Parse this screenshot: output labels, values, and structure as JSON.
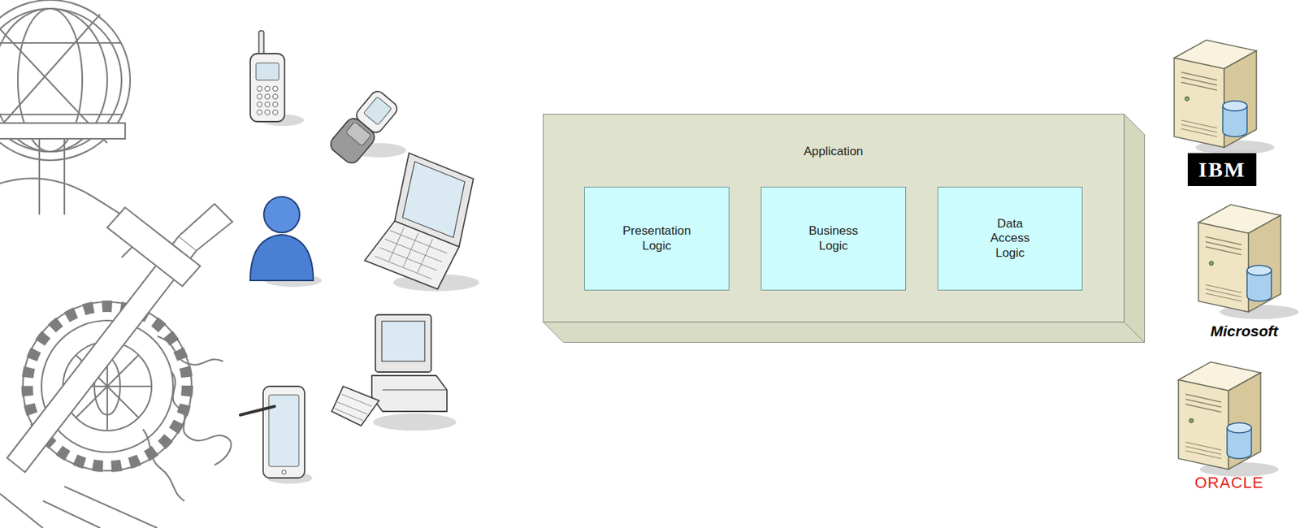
{
  "diagram": {
    "nodes": [
      {
        "text": [
          "Application"
        ]
      },
      {
        "text": [
          "Presentation Logic"
        ],
        "in": 0
      },
      {
        "text": [
          "Business Logic"
        ],
        "in": 0
      },
      {
        "text": [
          "Data Access Logic"
        ],
        "in": 0
      }
    ],
    "labels": [
      "IBM",
      "Microsoft",
      "ORACLE"
    ]
  }
}
